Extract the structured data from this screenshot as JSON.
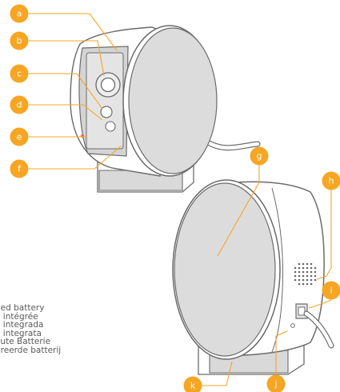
{
  "colors": {
    "badge": "#f6a623",
    "leader": "#f6a623",
    "body_stroke": "#6b6b6b",
    "face_fill": "#dcdcdc",
    "body_fill": "#ffffff",
    "stand_fill": "#d9d9d9",
    "led": "#f06a4a"
  },
  "badges": [
    {
      "id": "a",
      "label": "a"
    },
    {
      "id": "b",
      "label": "b"
    },
    {
      "id": "c",
      "label": "c"
    },
    {
      "id": "d",
      "label": "d"
    },
    {
      "id": "e",
      "label": "e"
    },
    {
      "id": "f",
      "label": "f"
    },
    {
      "id": "g",
      "label": "g"
    },
    {
      "id": "h",
      "label": "h"
    },
    {
      "id": "i",
      "label": "i"
    },
    {
      "id": "j",
      "label": "j"
    },
    {
      "id": "k",
      "label": "k"
    }
  ],
  "caption": {
    "lines": [
      "ded battery",
      "e intégrée",
      "a integrada",
      "a integrata",
      "aute Batterie",
      "greerde batterij"
    ]
  }
}
